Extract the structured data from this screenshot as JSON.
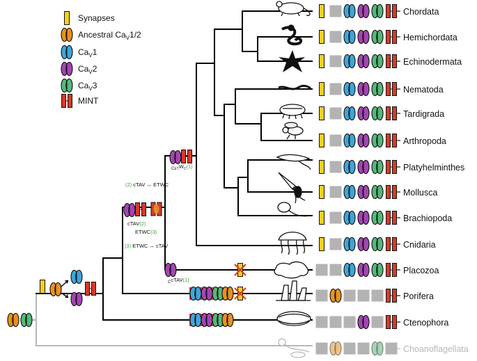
{
  "legend": {
    "synapses": "Synapses",
    "ancestral_pre": "Ancestral Ca",
    "ancestral_sub": "V",
    "ancestral_post": "1/2",
    "cav1_pre": "Ca",
    "cav1_sub": "V",
    "cav1_post": "1",
    "cav2_pre": "Ca",
    "cav2_sub": "V",
    "cav2_post": "2",
    "cav3_pre": "Ca",
    "cav3_sub": "V",
    "cav3_post": "3",
    "mint": "MINT"
  },
  "taxa": [
    {
      "name": "Chordata",
      "animal": "mouse-icon"
    },
    {
      "name": "Hemichordata",
      "animal": "acorn-worm-icon"
    },
    {
      "name": "Echinodermata",
      "animal": "starfish-icon"
    },
    {
      "name": "Nematoda",
      "animal": "roundworm-icon"
    },
    {
      "name": "Tardigrada",
      "animal": "tardigrade-icon"
    },
    {
      "name": "Arthropoda",
      "animal": "fly-icon"
    },
    {
      "name": "Platyhelminthes",
      "animal": "flatworm-icon"
    },
    {
      "name": "Mollusca",
      "animal": "squid-icon"
    },
    {
      "name": "Brachiopoda",
      "animal": "brachiopod-icon"
    },
    {
      "name": "Cnidaria",
      "animal": "jellyfish-icon"
    },
    {
      "name": "Placozoa",
      "animal": "placozoan-icon"
    },
    {
      "name": "Porifera",
      "animal": "sponge-icon"
    },
    {
      "name": "Ctenophora",
      "animal": "comb-jelly-icon"
    },
    {
      "name": "Choanoflagellata",
      "animal": "choanoflagellate-icon"
    }
  ],
  "annotations": {
    "bilateria_pre": "C",
    "bilateria_mid": "ET",
    "bilateria_main": "W",
    "bilateria_sub": "C",
    "bilateria_num": "(1)",
    "split_num": "(2)",
    "split_text": " cTAV ↔ ETWC",
    "cnid_main1": "cTAV",
    "cnid_num2": "(2)",
    "cnid_main2": "ETWC",
    "cnid_num3": "(3)",
    "cnid_l3num": "(3)",
    "cnid_l3text": " ETWC ↔ cTAV",
    "plac_pre": "C",
    "plac_main": "cTAV",
    "plac_num": "(1)"
  },
  "colors": {
    "ancestral": "#e8911f",
    "cav1": "#3ea6d8",
    "cav2": "#a445b2",
    "cav3": "#54b87a",
    "mint": "#d83a28",
    "synapse": "#f2d020",
    "absent": "#b3b3b3",
    "tree": "#000000",
    "outgroup": "#b8b8b8",
    "annotation_green": "#3aa535"
  }
}
